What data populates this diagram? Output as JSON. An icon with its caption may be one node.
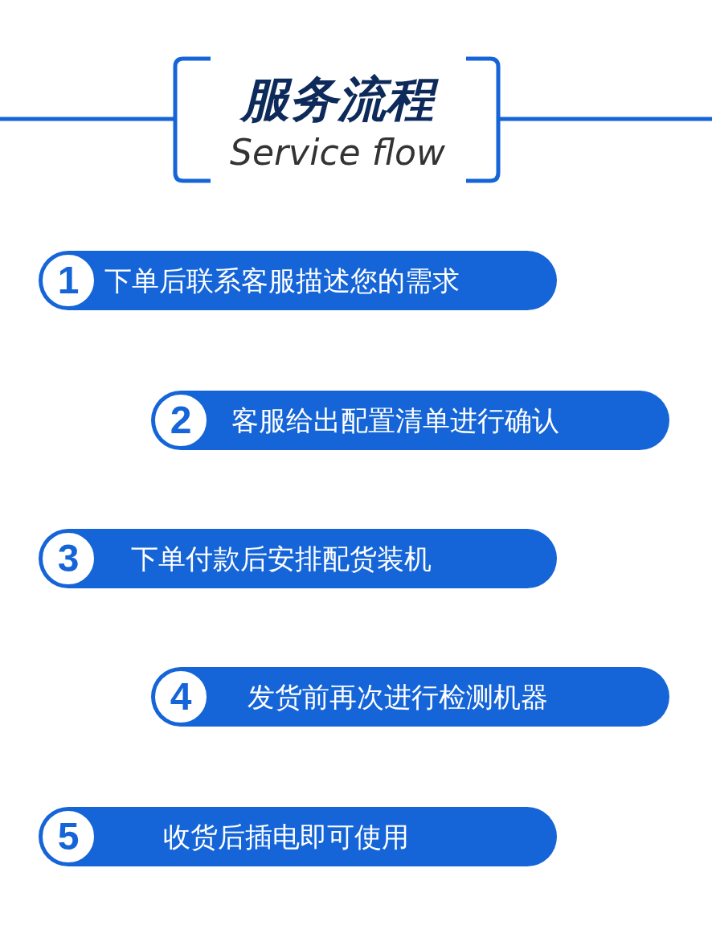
{
  "diagram": {
    "title": "服务流程",
    "nodes": [
      {
        "text": [
          "1",
          "下单后联系客服描述您的需求"
        ]
      },
      {
        "text": [
          "2",
          "客服给出配置清单进行确认"
        ]
      },
      {
        "text": [
          "3",
          "下单付款后安排配货装机"
        ]
      },
      {
        "text": [
          "4",
          "发货前再次进行检测机器"
        ]
      },
      {
        "text": [
          "5",
          "收货后插电即可使用"
        ]
      }
    ],
    "labels": [
      "Service flow"
    ]
  }
}
